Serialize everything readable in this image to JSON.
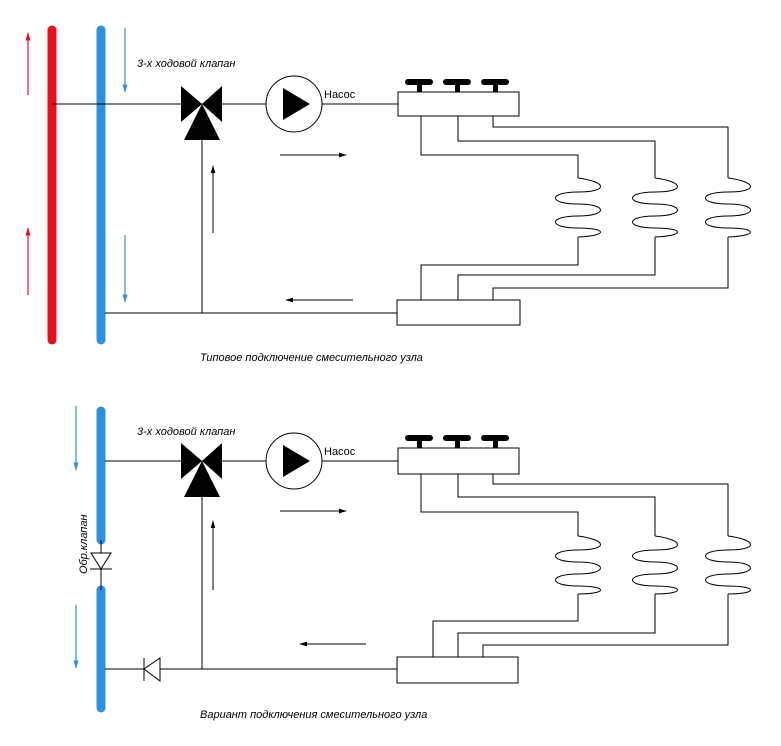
{
  "colors": {
    "supply": "#e8101a",
    "return": "#2e8fe0",
    "line": "#000000",
    "arrow_red": "#e8101a",
    "arrow_blue": "#2e8fe0"
  },
  "diagram_top": {
    "valve_label": "3-х ходовой клапан",
    "pump_label": "Насос",
    "caption": "Типовое подключение смесительного узла"
  },
  "diagram_bottom": {
    "valve_label": "3-х ходовой клапан",
    "pump_label": "Насос",
    "check_valve_label": "Обр.клапан",
    "caption": "Вариант подключения смесительного узла"
  }
}
